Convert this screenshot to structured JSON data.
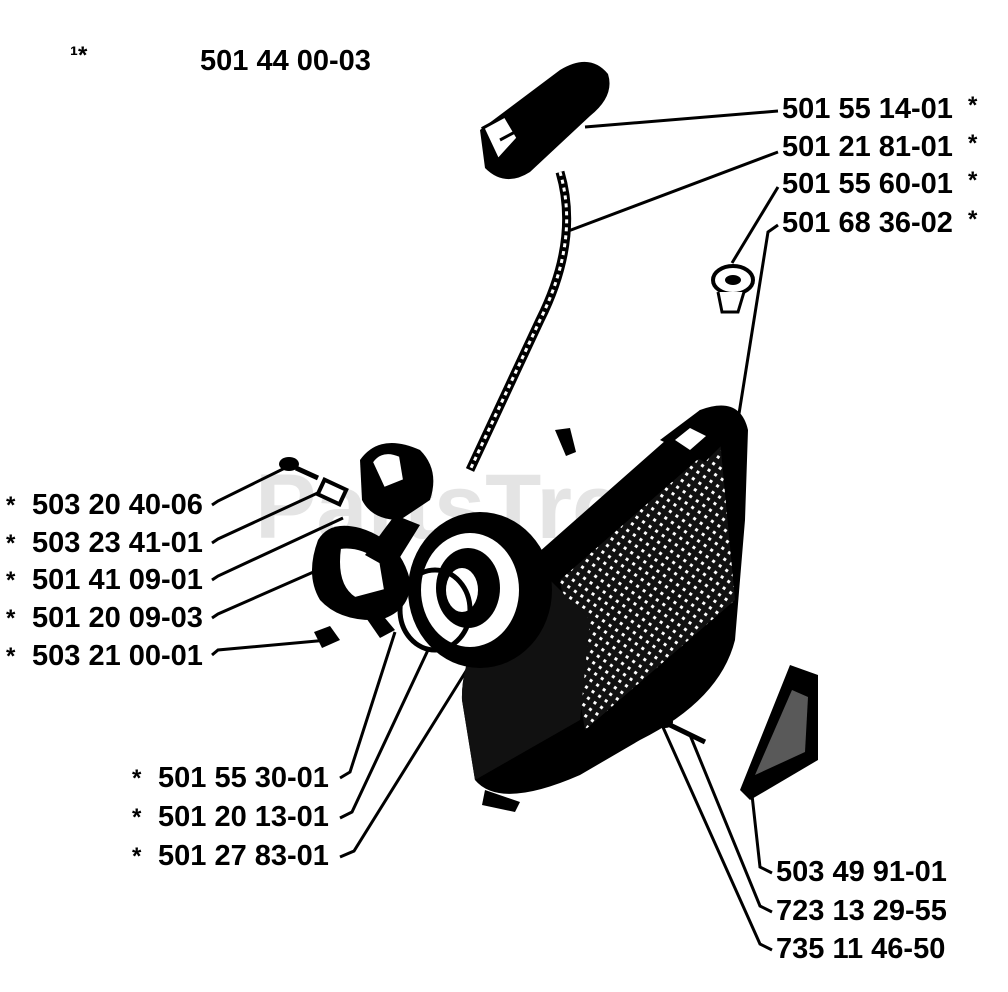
{
  "diagram": {
    "assembly": {
      "marker": "¹*",
      "number": "501 44 00-03"
    },
    "watermark": "PartsTree",
    "star": "*",
    "parts_right_top": [
      {
        "id": "handle",
        "number": "501 55 14-01",
        "starred": true
      },
      {
        "id": "starter-rope",
        "number": "501 21 81-01",
        "starred": true
      },
      {
        "id": "rope-guide",
        "number": "501 55 60-01",
        "starred": true
      },
      {
        "id": "starter-housing",
        "number": "501 68 36-02",
        "starred": true
      }
    ],
    "parts_left": [
      {
        "id": "screw",
        "number": "503 20 40-06",
        "starred": true
      },
      {
        "id": "washer",
        "number": "503 23 41-01",
        "starred": true
      },
      {
        "id": "pawl",
        "number": "501 41 09-01",
        "starred": true
      },
      {
        "id": "spring-pawl",
        "number": "501 20 09-03",
        "starred": true
      },
      {
        "id": "spring-clip",
        "number": "503 21 00-01",
        "starred": true
      }
    ],
    "parts_bottom_left": [
      {
        "id": "pulley",
        "number": "501 55 30-01",
        "starred": true
      },
      {
        "id": "recoil-spring",
        "number": "501 20 13-01",
        "starred": true
      },
      {
        "id": "spring-cassette",
        "number": "501 27 83-01",
        "starred": true
      }
    ],
    "parts_bottom_right": [
      {
        "id": "decal",
        "number": "503 49 91-01",
        "starred": false
      },
      {
        "id": "washer-small",
        "number": "723 13 29-55",
        "starred": false
      },
      {
        "id": "screw-housing",
        "number": "735 11 46-50",
        "starred": false
      }
    ]
  }
}
